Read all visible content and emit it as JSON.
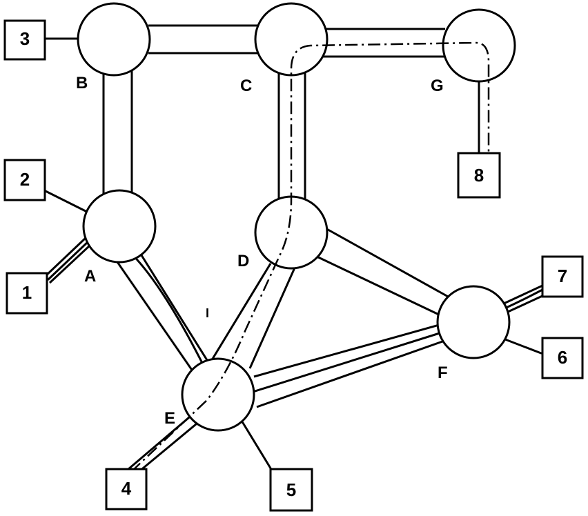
{
  "nodes": [
    {
      "id": "A",
      "label": "A"
    },
    {
      "id": "B",
      "label": "B"
    },
    {
      "id": "C",
      "label": "C"
    },
    {
      "id": "D",
      "label": "D"
    },
    {
      "id": "E",
      "label": "E"
    },
    {
      "id": "F",
      "label": "F"
    },
    {
      "id": "G",
      "label": "G"
    }
  ],
  "hosts": [
    {
      "id": "h1",
      "label": "1",
      "attached_to": "A"
    },
    {
      "id": "h2",
      "label": "2",
      "attached_to": "A"
    },
    {
      "id": "h3",
      "label": "3",
      "attached_to": "B"
    },
    {
      "id": "h4",
      "label": "4",
      "attached_to": "E"
    },
    {
      "id": "h5",
      "label": "5",
      "attached_to": "E"
    },
    {
      "id": "h6",
      "label": "6",
      "attached_to": "F"
    },
    {
      "id": "h7",
      "label": "7",
      "attached_to": "F"
    },
    {
      "id": "h8",
      "label": "8",
      "attached_to": "G"
    }
  ],
  "tunnels": [
    [
      "A",
      "B"
    ],
    [
      "B",
      "C"
    ],
    [
      "C",
      "G"
    ],
    [
      "C",
      "D"
    ],
    [
      "D",
      "E"
    ],
    [
      "A",
      "E"
    ],
    [
      "E",
      "F"
    ]
  ],
  "links": [
    [
      "D",
      "F"
    ]
  ],
  "stray_mark": "I"
}
